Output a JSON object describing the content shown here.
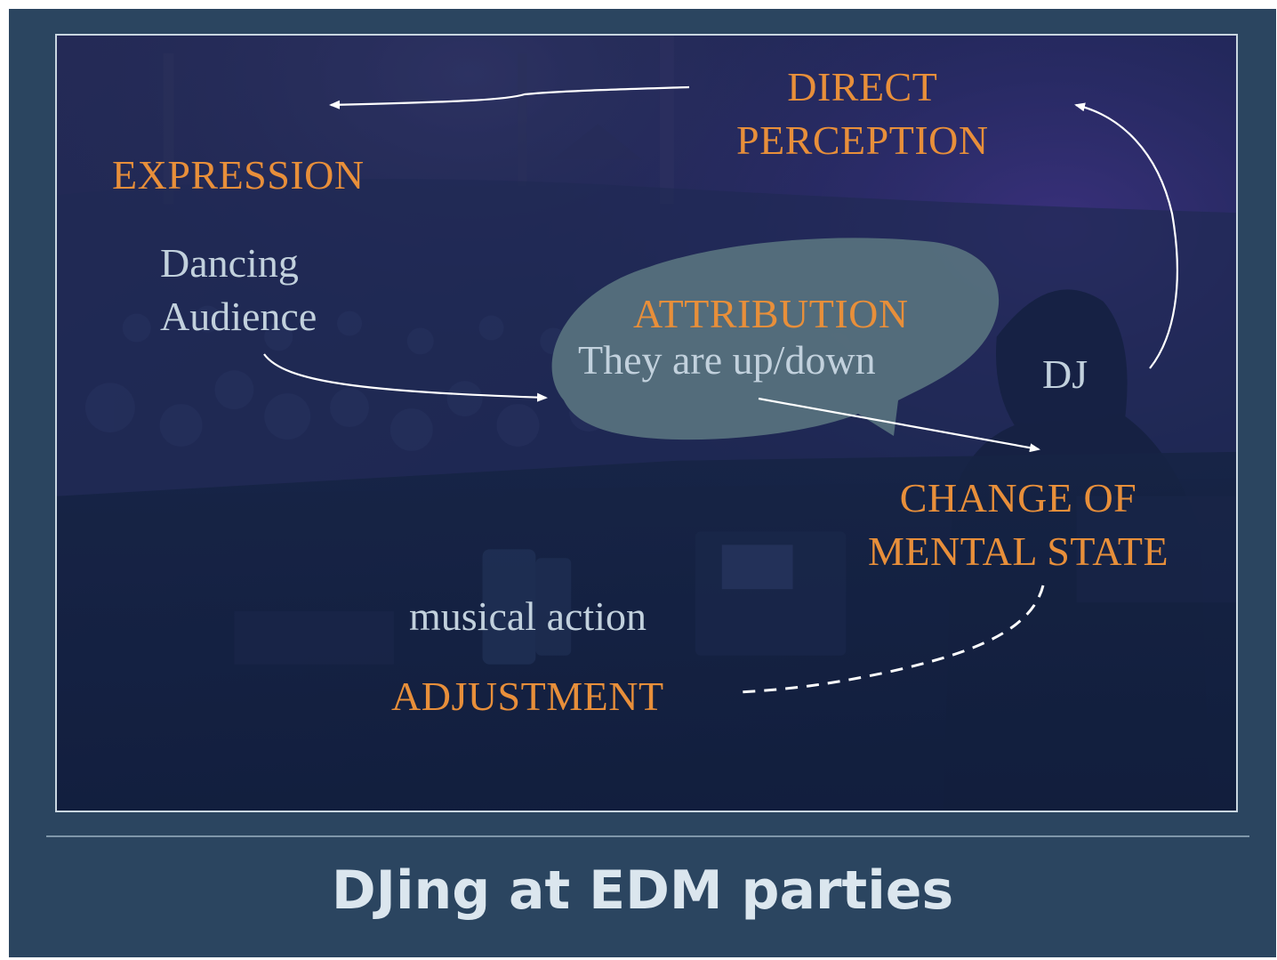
{
  "diagram": {
    "nodes": {
      "direct_perception": "DIRECT\nPERCEPTION",
      "expression": "EXPRESSION",
      "dancing_audience": "Dancing\nAudience",
      "attribution": "ATTRIBUTION",
      "attribution_detail": "They are up/down",
      "dj": "DJ",
      "change_of_mental_state": "CHANGE OF\nMENTAL STATE",
      "musical_action": "musical action",
      "adjustment": "ADJUSTMENT"
    },
    "edges": [
      {
        "from": "dj",
        "to": "direct_perception",
        "style": "solid"
      },
      {
        "from": "direct_perception",
        "to": "expression",
        "style": "solid"
      },
      {
        "from": "dancing_audience",
        "to": "attribution",
        "style": "solid"
      },
      {
        "from": "attribution",
        "to": "change_of_mental_state",
        "style": "solid"
      },
      {
        "from": "change_of_mental_state",
        "to": "adjustment",
        "style": "dashed"
      }
    ]
  },
  "title": "DJing at EDM parties",
  "colors": {
    "slide_background": "#2b4560",
    "accent_orange": "#e88f3a",
    "label_light": "#c2d1dd",
    "attribution_bubble": "#56707d",
    "arrow": "#ffffff"
  }
}
